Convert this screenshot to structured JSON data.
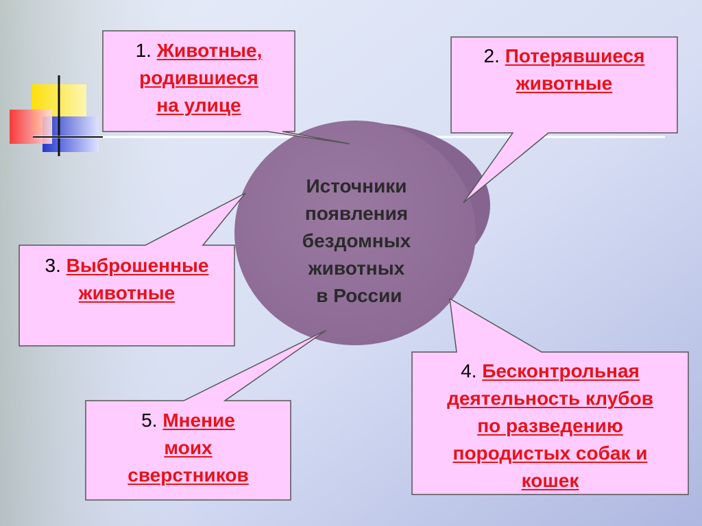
{
  "colors": {
    "callout_fill": "#ffccff",
    "callout_stroke": "#555555",
    "circle_fill": "#93719a",
    "circle_shadow": "#7a5a83",
    "label_red": "#e8121b",
    "background_top": "#dfe7f7",
    "background_bottom": "#c8d0ee",
    "deco_yellow": "#ffdd00",
    "deco_blue": "#2233cc",
    "deco_red": "#ff3333"
  },
  "center": {
    "lines": [
      "Источники",
      "появления",
      "бездомных",
      "животных",
      " в России"
    ]
  },
  "boxes": [
    {
      "num": "1.",
      "lines": [
        "Животные,",
        "родившиеся",
        "на улице"
      ]
    },
    {
      "num": "2.",
      "lines": [
        "Потерявшиеся",
        "животные"
      ]
    },
    {
      "num": "3.",
      "lines": [
        "Выброшенные",
        "животные"
      ]
    },
    {
      "num": "4.",
      "lines": [
        "Бесконтрольная",
        "деятельность клубов",
        "по разведению",
        "породистых собак и",
        "кошек"
      ]
    },
    {
      "num": "5.",
      "lines": [
        "Мнение",
        "моих",
        "сверстников"
      ]
    }
  ]
}
